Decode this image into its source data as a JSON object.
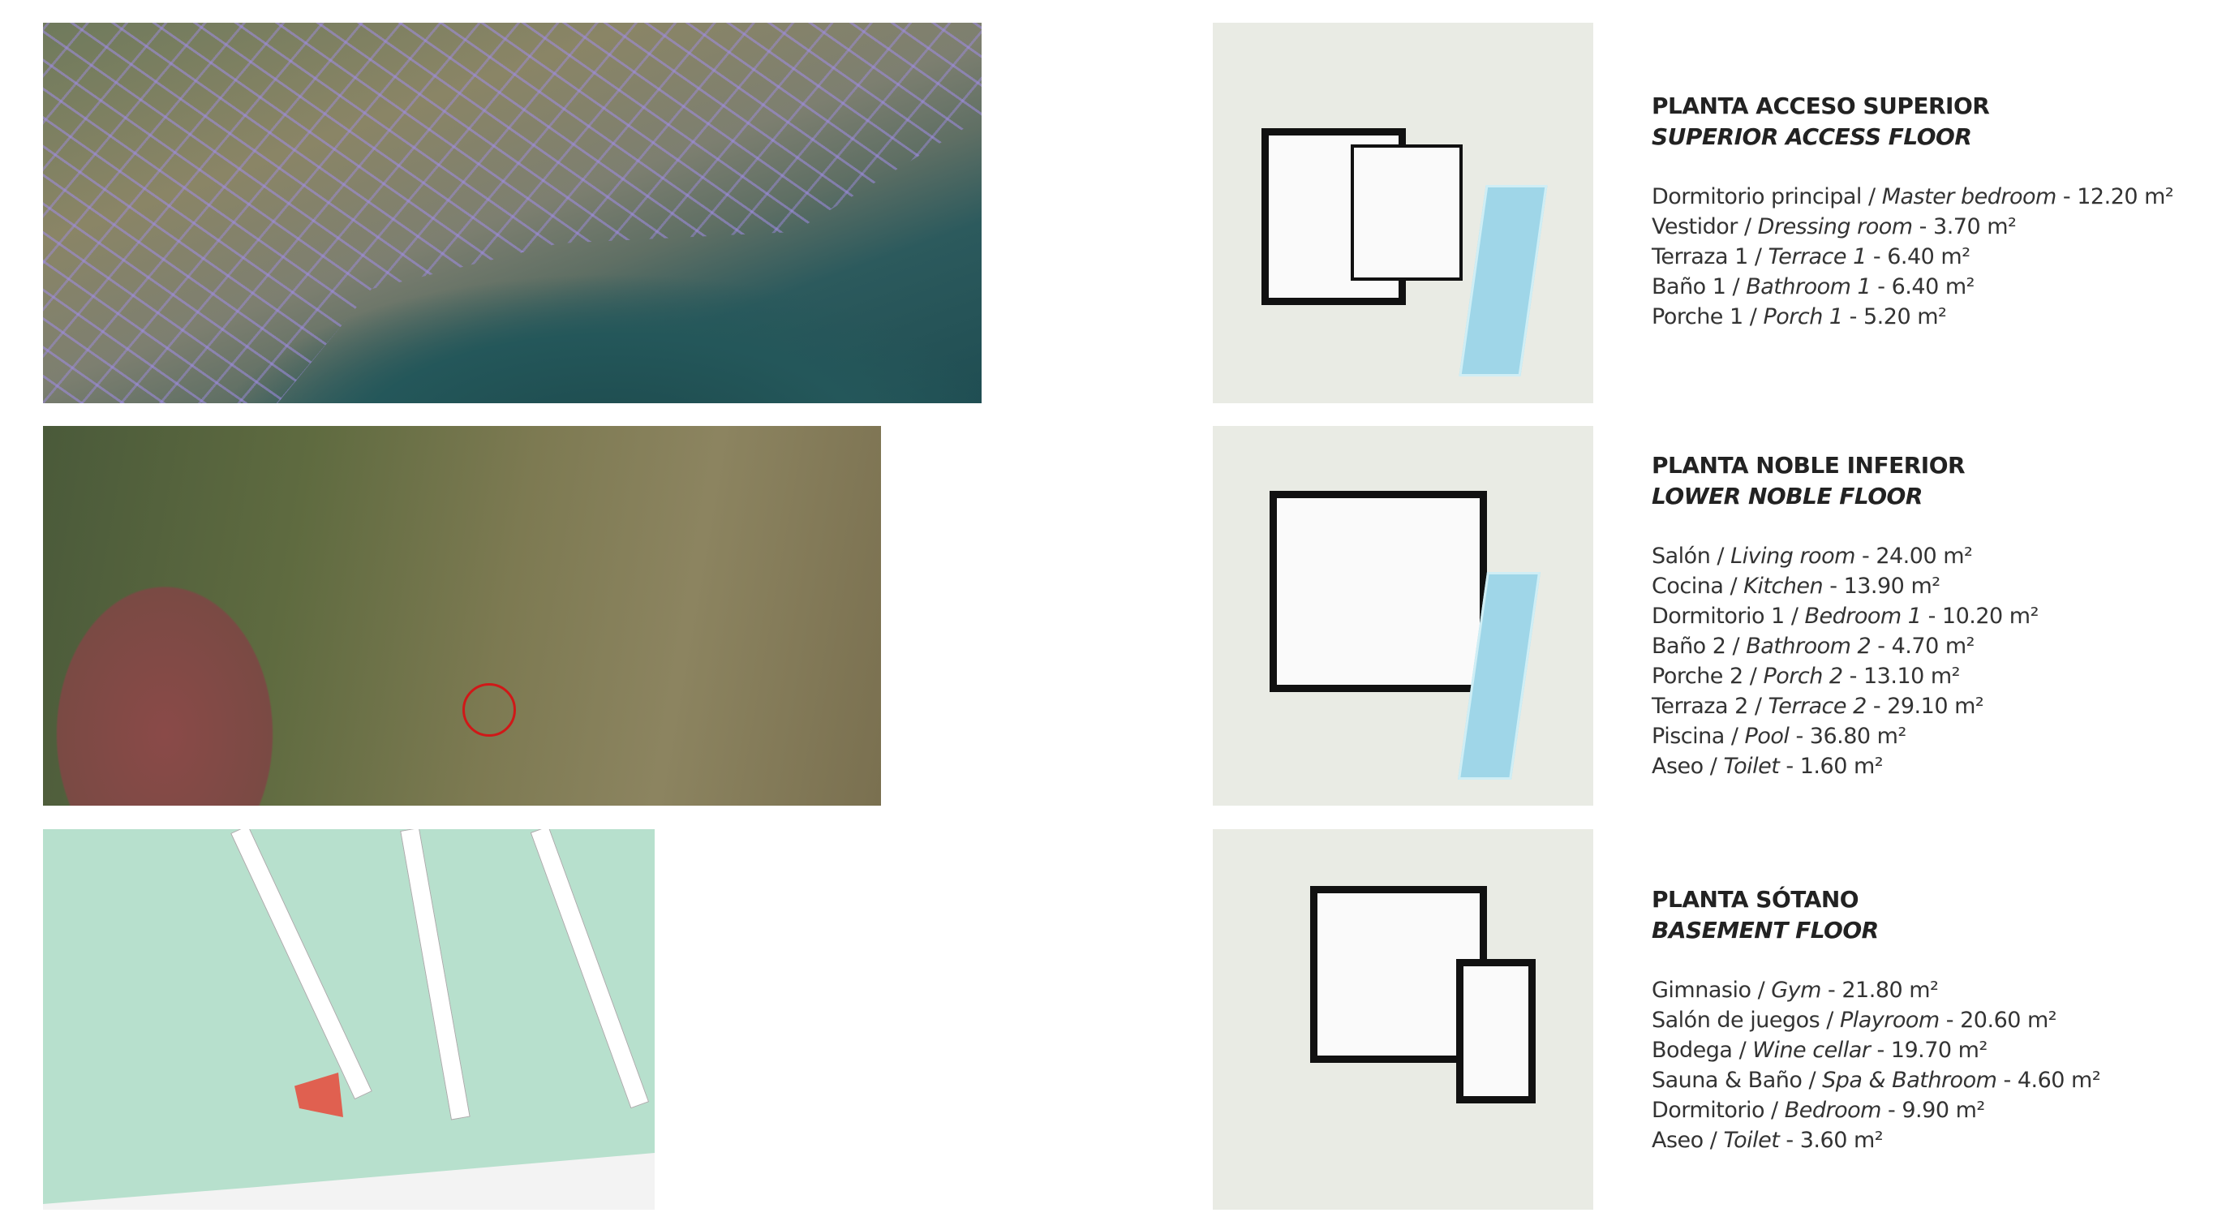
{
  "floors": [
    {
      "title_es": "PLANTA ACCESO SUPERIOR",
      "title_en": "SUPERIOR ACCESS FLOOR",
      "rooms": [
        {
          "es": "Dormitorio principal",
          "en": "Master bedroom",
          "area": "12.20 m²"
        },
        {
          "es": "Vestidor",
          "en": "Dressing room",
          "area": "3.70 m²"
        },
        {
          "es": "Terraza 1",
          "en": "Terrace 1",
          "area": "6.40 m²"
        },
        {
          "es": "Baño 1",
          "en": "Bathroom 1",
          "area": "6.40 m²"
        },
        {
          "es": "Porche 1",
          "en": "Porch 1",
          "area": "5.20 m²"
        }
      ]
    },
    {
      "title_es": "PLANTA NOBLE INFERIOR",
      "title_en": "LOWER NOBLE FLOOR",
      "rooms": [
        {
          "es": "Salón",
          "en": "Living room",
          "area": "24.00 m²"
        },
        {
          "es": "Cocina",
          "en": "Kitchen",
          "area": "13.90 m²"
        },
        {
          "es": "Dormitorio 1",
          "en": "Bedroom 1",
          "area": "10.20 m²"
        },
        {
          "es": "Baño 2",
          "en": "Bathroom 2",
          "area": "4.70 m²"
        },
        {
          "es": "Porche 2",
          "en": "Porch 2",
          "area": "13.10 m²"
        },
        {
          "es": "Terraza 2",
          "en": "Terrace 2",
          "area": "29.10 m²"
        },
        {
          "es": "Piscina",
          "en": "Pool",
          "area": "36.80 m²"
        },
        {
          "es": "Aseo",
          "en": "Toilet",
          "area": "1.60 m²"
        }
      ]
    },
    {
      "title_es": "PLANTA SÓTANO",
      "title_en": "BASEMENT FLOOR",
      "rooms": [
        {
          "es": "Gimnasio",
          "en": "Gym",
          "area": "21.80 m²"
        },
        {
          "es": "Salón de juegos",
          "en": "Playroom",
          "area": "20.60 m²"
        },
        {
          "es": "Bodega",
          "en": "Wine cellar",
          "area": "19.70 m²"
        },
        {
          "es": "Sauna & Baño",
          "en": "Spa & Bathroom",
          "area": "4.60 m²"
        },
        {
          "es": "Dormitorio",
          "en": "Bedroom",
          "area": "9.90 m²"
        },
        {
          "es": "Aseo",
          "en": "Toilet",
          "area": "3.60 m²"
        }
      ]
    }
  ],
  "colors": {
    "pool": "#9fd6e8",
    "cadastre": "#b7e0cd",
    "plot_marker": "#e06050",
    "location_circle": "#d01818"
  }
}
